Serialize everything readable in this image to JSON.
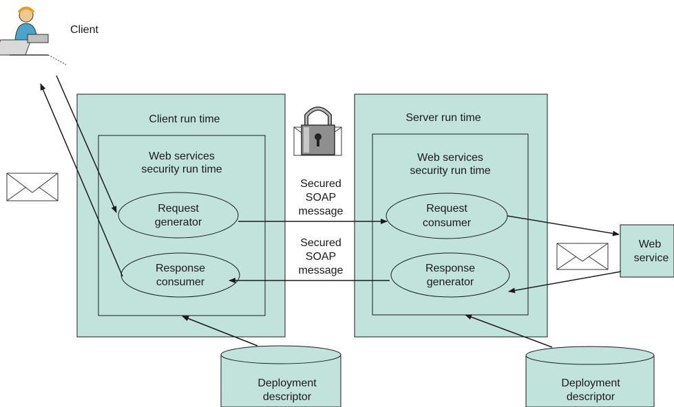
{
  "colors": {
    "box_fill": "#c2e3dc",
    "stroke": "#1a1a1a",
    "background": "#ffffff",
    "lock_body": "#8f8f8f",
    "envelope_fill": "#ffffff"
  },
  "client": {
    "label": "Client",
    "icon": "user-at-computer-icon"
  },
  "client_runtime": {
    "title": "Client run time",
    "security_runtime": {
      "line1": "Web services",
      "line2": "security run time"
    },
    "request_generator": {
      "line1": "Request",
      "line2": "generator"
    },
    "response_consumer": {
      "line1": "Response",
      "line2": "consumer"
    }
  },
  "server_runtime": {
    "title": "Server run time",
    "security_runtime": {
      "line1": "Web services",
      "line2": "security run time"
    },
    "request_consumer": {
      "line1": "Request",
      "line2": "consumer"
    },
    "response_generator": {
      "line1": "Response",
      "line2": "generator"
    }
  },
  "web_service": {
    "line1": "Web",
    "line2": "service"
  },
  "request_message": {
    "line1": "Secured",
    "line2": "SOAP",
    "line3": "message"
  },
  "response_message": {
    "line1": "Secured",
    "line2": "SOAP",
    "line3": "message"
  },
  "client_descriptor": {
    "line1": "Deployment",
    "line2": "descriptor"
  },
  "server_descriptor": {
    "line1": "Deployment",
    "line2": "descriptor"
  },
  "icons": {
    "lock": "padlock-envelope-icon",
    "envelope_left": "envelope-icon",
    "envelope_right": "envelope-icon"
  }
}
